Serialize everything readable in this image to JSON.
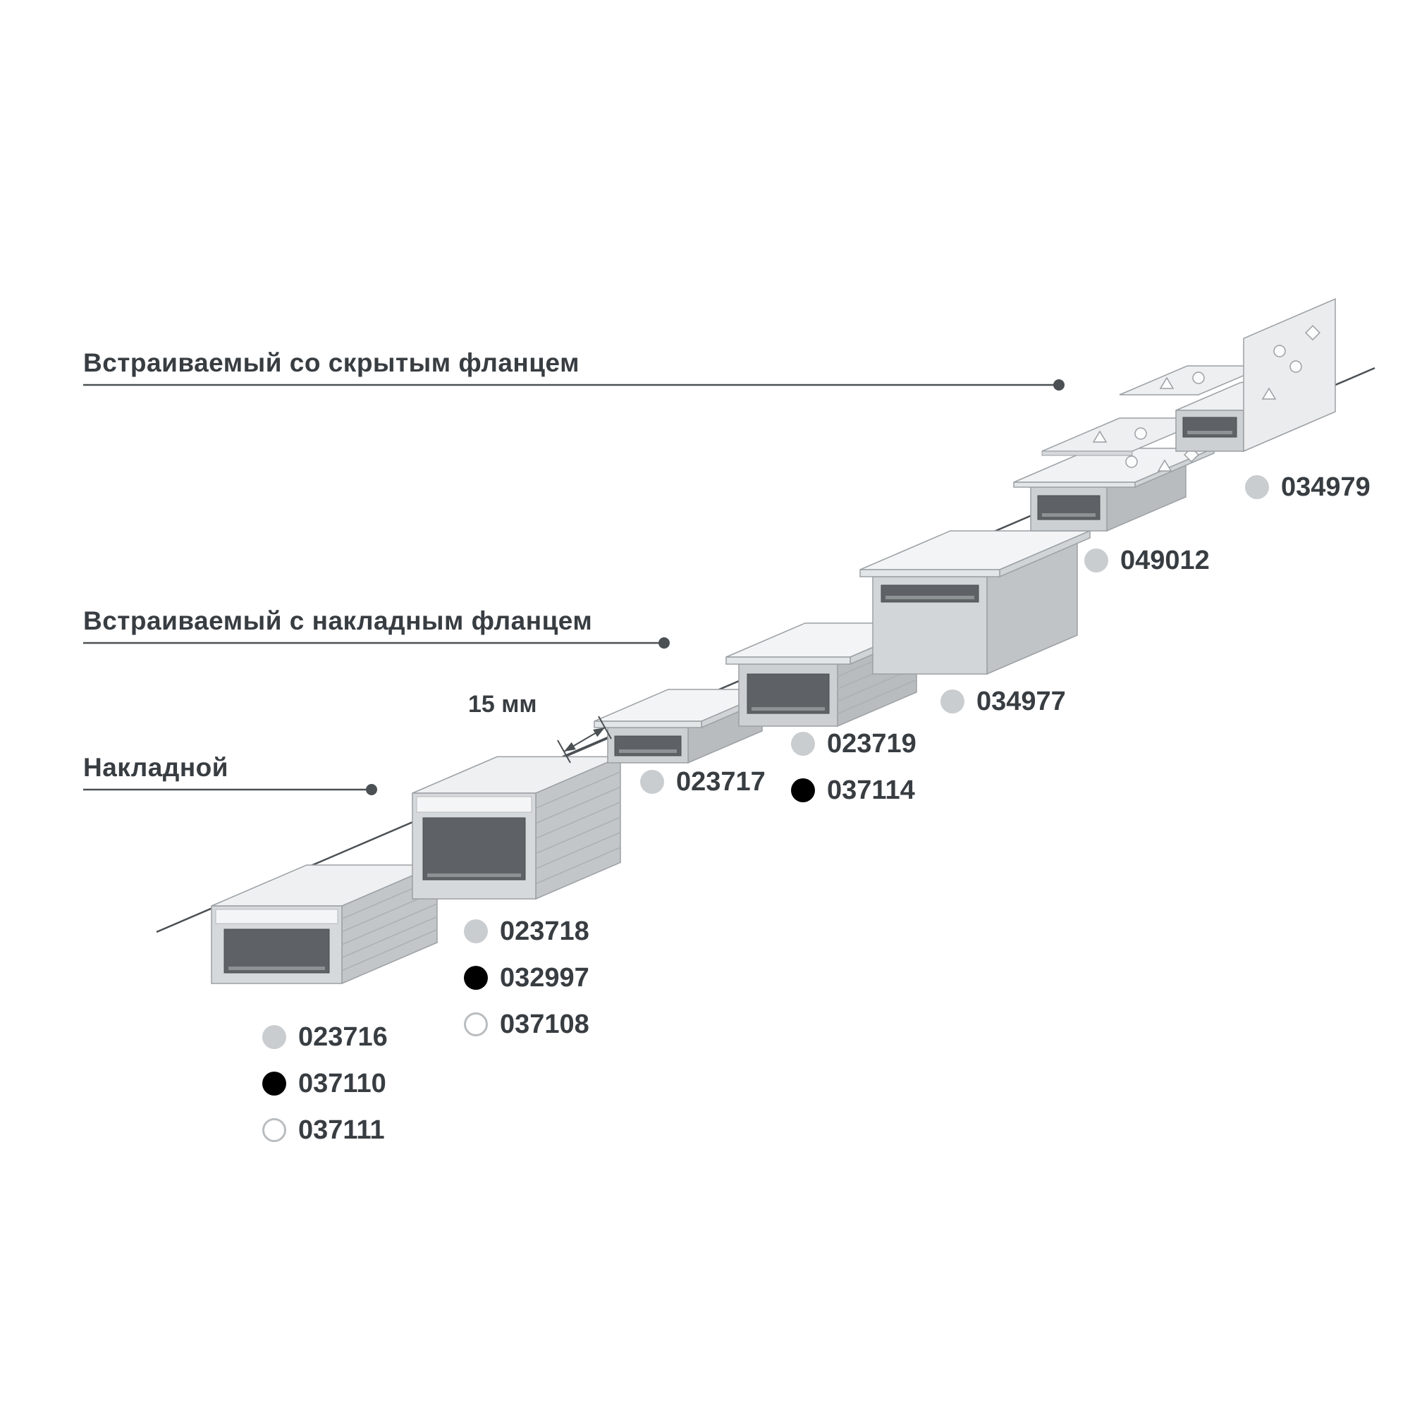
{
  "colors": {
    "line": "#4b5054",
    "text": "#383d42",
    "dot_gray": "#c9cdd0",
    "dot_black": "#000000",
    "dot_white": "#ffffff",
    "dot_white_border": "#b9bdc0"
  },
  "categories": [
    {
      "id": "recessed-hidden-flange",
      "label": "Встраиваемый со скрытым фланцем"
    },
    {
      "id": "recessed-surface-flange",
      "label": "Встраиваемый с накладным фланцем"
    },
    {
      "id": "surface-mounted",
      "label": "Накладной"
    }
  ],
  "dimension": {
    "label": "15 мм"
  },
  "article_groups": [
    {
      "category": "surface-mounted",
      "items": [
        {
          "code": "023716",
          "dot": "gray"
        },
        {
          "code": "037110",
          "dot": "black"
        },
        {
          "code": "037111",
          "dot": "white"
        }
      ]
    },
    {
      "category": "surface-mounted",
      "items": [
        {
          "code": "023718",
          "dot": "gray"
        },
        {
          "code": "032997",
          "dot": "black"
        },
        {
          "code": "037108",
          "dot": "white"
        }
      ]
    },
    {
      "category": "recessed-surface-flange",
      "items": [
        {
          "code": "023717",
          "dot": "gray"
        }
      ]
    },
    {
      "category": "recessed-surface-flange",
      "items": [
        {
          "code": "023719",
          "dot": "gray"
        },
        {
          "code": "037114",
          "dot": "black"
        }
      ]
    },
    {
      "category": "recessed-surface-flange",
      "items": [
        {
          "code": "034977",
          "dot": "gray"
        }
      ]
    },
    {
      "category": "recessed-hidden-flange",
      "items": [
        {
          "code": "049012",
          "dot": "gray"
        }
      ]
    },
    {
      "category": "recessed-hidden-flange",
      "items": [
        {
          "code": "034979",
          "dot": "gray"
        }
      ]
    }
  ]
}
